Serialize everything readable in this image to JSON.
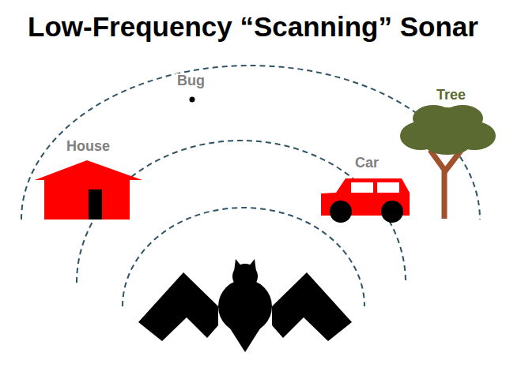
{
  "diagram": {
    "title": "Low-Frequency “Scanning” Sonar",
    "labels": [
      "Bug",
      "House",
      "Car",
      "Tree"
    ]
  }
}
